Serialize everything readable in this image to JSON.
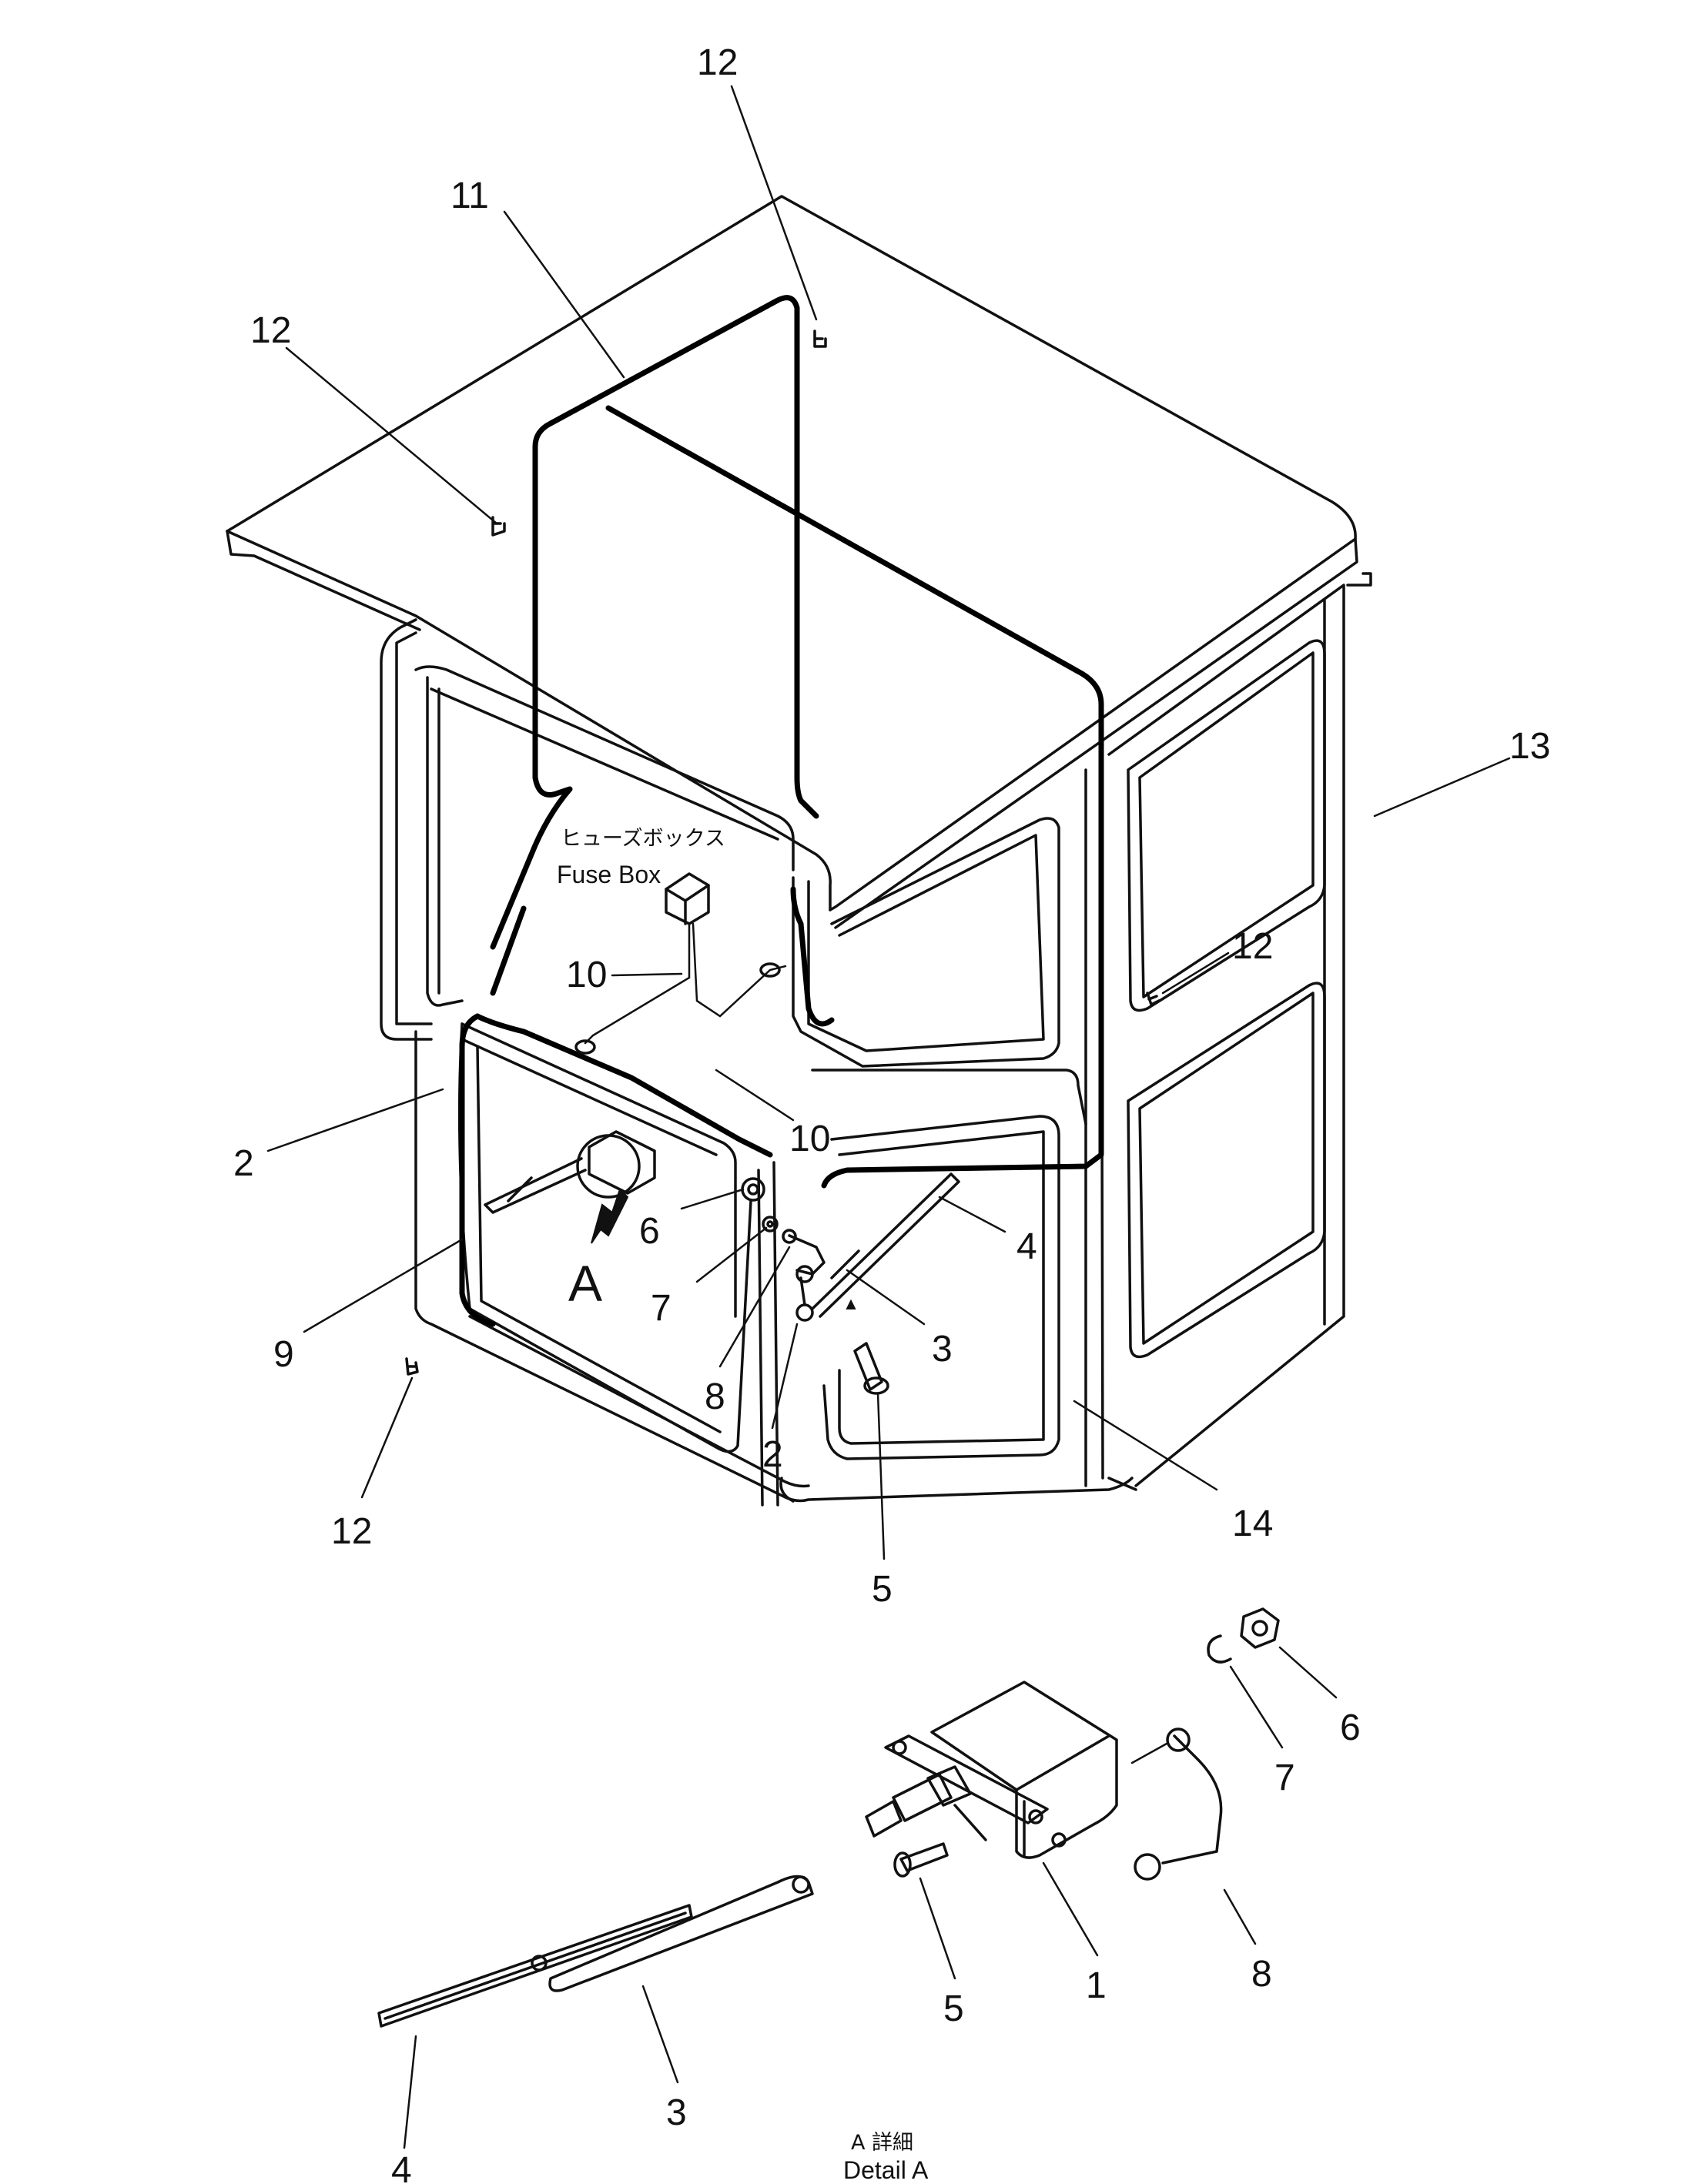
{
  "fuse_box_label": {
    "japanese": "ヒューズボックス",
    "english": "Fuse Box"
  },
  "detail_marker": "A",
  "detail_caption": {
    "japanese": "A 詳細",
    "english": "Detail A"
  },
  "callouts": {
    "c12_top": "12",
    "c11": "11",
    "c12_left": "12",
    "c13": "13",
    "c12_right": "12",
    "c10_upper": "10",
    "c10_lower": "10",
    "c2_left": "2",
    "c6": "6",
    "c4": "4",
    "c7": "7",
    "c9": "9",
    "c3": "3",
    "c8": "8",
    "c2_bottom": "2",
    "c12_bottom": "12",
    "c14": "14",
    "c5": "5",
    "d6": "6",
    "d7": "7",
    "d8": "8",
    "d1": "1",
    "d5": "5",
    "d3": "3",
    "d4": "4"
  }
}
